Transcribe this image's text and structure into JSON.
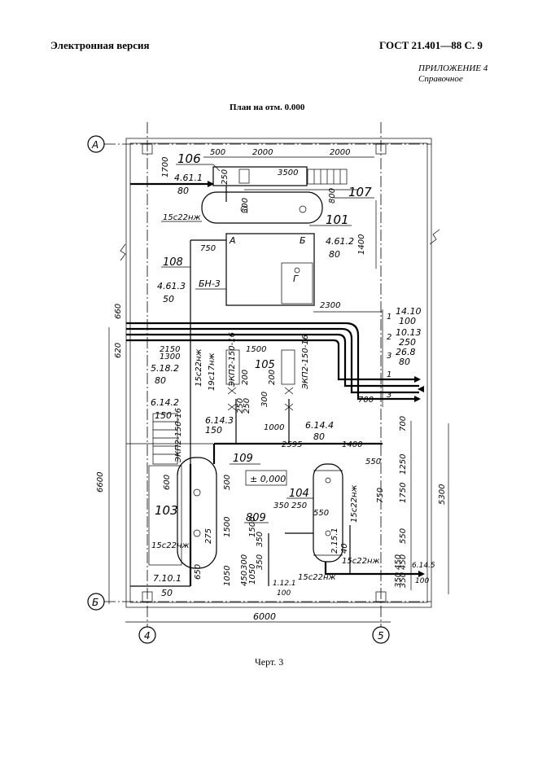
{
  "header": {
    "left": "Электронная версия",
    "right": "ГОСТ 21.401—88 С. 9",
    "appendix": "ПРИЛОЖЕНИЕ 4",
    "appendix_note": "Справочное"
  },
  "drawing": {
    "title": "План на отм. 0.000",
    "caption": "Черт. 3",
    "axes": {
      "a": "А",
      "b": "Б",
      "n4": "4",
      "n5": "5"
    },
    "equipment": {
      "e101": "101",
      "e103": "103",
      "e104": "104",
      "e105": "105",
      "e106": "106",
      "e107": "107",
      "e108": "108",
      "e109": "109",
      "e809": "809",
      "bn3": "БН-3",
      "mark_a": "А",
      "mark_b": "Б",
      "mark_g": "Г",
      "level": "± 0,000"
    },
    "valves": {
      "v1": "15с22нж",
      "v2": "15с22нж",
      "v3": "15с22нж",
      "v4": "15с22нж",
      "v5": "15с22нж",
      "v6": "15с22нж",
      "v7": "19с17нж"
    },
    "vertical_labels": {
      "eklp1": "ЭКП2-150-16",
      "eklp2": "ЭКП2-150-16",
      "eklp3": "ЭКП2-150-16"
    },
    "pipe_labels": [
      {
        "top": "4.61.1",
        "bottom": "80"
      },
      {
        "top": "4.61.2",
        "bottom": "80"
      },
      {
        "top": "4.61.3",
        "bottom": "50"
      },
      {
        "top": "5.18.2",
        "bottom": "80"
      },
      {
        "top": "6.14.2",
        "bottom": "150"
      },
      {
        "top": "6.14.3",
        "bottom": "150"
      },
      {
        "top": "6.14.4",
        "bottom": "80"
      },
      {
        "top": "7.10.1",
        "bottom": "50"
      },
      {
        "top": "1.12.1",
        "bottom": "100"
      },
      {
        "top": "14.10",
        "bottom": "100"
      },
      {
        "top": "10.13",
        "bottom": "250"
      },
      {
        "top": "26.8",
        "bottom": "80"
      },
      {
        "top": "6.14.5",
        "bottom": "100"
      },
      {
        "top": "2.15.1",
        "bottom": "40"
      }
    ],
    "dims": {
      "d500a": "500",
      "d2000a": "2000",
      "d2000b": "2000",
      "d1700": "1700",
      "d250a": "250",
      "d3500": "3500",
      "d800": "800",
      "d300a": "300",
      "d1400a": "1400",
      "d750": "750",
      "d2300": "2300",
      "d660": "660",
      "d620": "620",
      "d2150": "2150",
      "d1300": "1300",
      "d1500a": "1500",
      "d700a": "700",
      "d700b": "700",
      "d1000": "1000",
      "d2595": "2595",
      "d1400b": "1400",
      "d6600": "6600",
      "d5300": "5300",
      "d1250": "1250",
      "d550a": "550",
      "d750b": "750",
      "d1750": "1750",
      "d550b": "550",
      "d450a": "450",
      "d350a": "350",
      "d600": "600",
      "d500b": "500",
      "d1500b": "1500",
      "d275": "275",
      "d1050a": "1050",
      "d650": "650",
      "d1050b": "1050",
      "d1500c": "1500",
      "d350b": "350",
      "d250b": "250",
      "d550c": "550",
      "d350c": "350",
      "d350d": "350",
      "d300b": "300",
      "d450b": "450",
      "d200a": "200",
      "d200b": "200",
      "d300c": "300",
      "d250c": "250",
      "d250d": "250",
      "d450c": "450",
      "d350e": "350",
      "d6000": "6000",
      "n1a": "1",
      "n2": "2",
      "n3a": "3",
      "n1b": "1",
      "n3b": "3"
    }
  }
}
